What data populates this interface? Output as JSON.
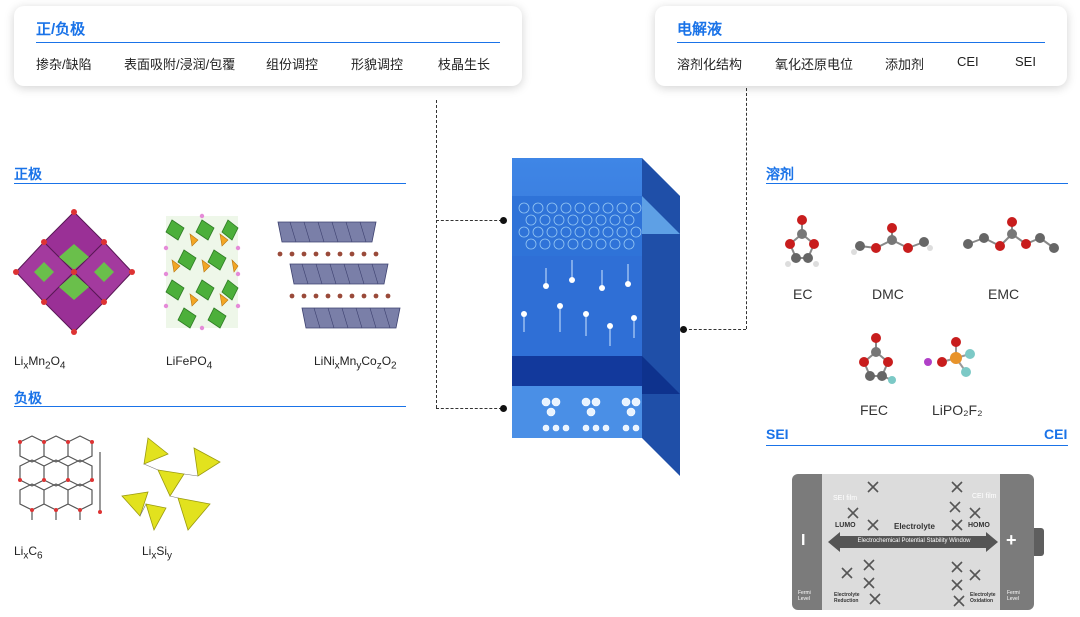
{
  "cathode_card": {
    "title": "正/负极",
    "items": [
      "掺杂/缺陷",
      "表面吸附/浸润/包覆",
      "组份调控",
      "形貌调控",
      "枝晶生长"
    ]
  },
  "electrolyte_card": {
    "title": "电解液",
    "items": [
      "溶剂化结构",
      "氧化还原电位",
      "添加剂",
      "CEI",
      "SEI"
    ]
  },
  "positive": {
    "title": "正极",
    "materials": [
      {
        "main": "Li",
        "sub1": "x",
        "mid": "Mn",
        "sub2": "2",
        "tail": "O",
        "sub3": "4"
      },
      {
        "text": "LiFePO",
        "sub": "4"
      },
      {
        "text": "LiNi",
        "sub1": "x",
        "a": "Mn",
        "sub2": "y",
        "b": "Co",
        "sub3": "z",
        "c": "O",
        "sub4": "2"
      }
    ]
  },
  "negative": {
    "title": "负极",
    "materials": [
      {
        "main": "Li",
        "sub1": "x",
        "mid": "C",
        "sub2": "6"
      },
      {
        "main": "Li",
        "sub1": "x",
        "mid": "Si",
        "sub2": "y"
      }
    ]
  },
  "solvent": {
    "title": "溶剂",
    "molecules": [
      "EC",
      "DMC",
      "EMC",
      "FEC",
      "LiPO₂F₂"
    ]
  },
  "interface": {
    "left": "SEI",
    "right": "CEI"
  },
  "stability_diagram": {
    "minus": "I",
    "plus": "+",
    "sei_film": "SEI film",
    "cei_film": "CEI film",
    "lumo": "LUMO",
    "homo": "HOMO",
    "electrolyte": "Electrolyte",
    "window": "Electrochemical Potential Stability Window",
    "reduction": "Electrolyte Reduction",
    "oxidation": "Electrolyte Oxidation",
    "fermi_left": "Fermi Level",
    "fermi_right": "Fermi Level"
  },
  "colors": {
    "accent": "#1a73e8",
    "cell_front": "#2f6fd6",
    "cell_top": "#8ec3f5",
    "purple_octahedra": "#8e2c8a",
    "green_octahedra": "#6abf4b",
    "silicon_yellow": "#e2e21e"
  }
}
